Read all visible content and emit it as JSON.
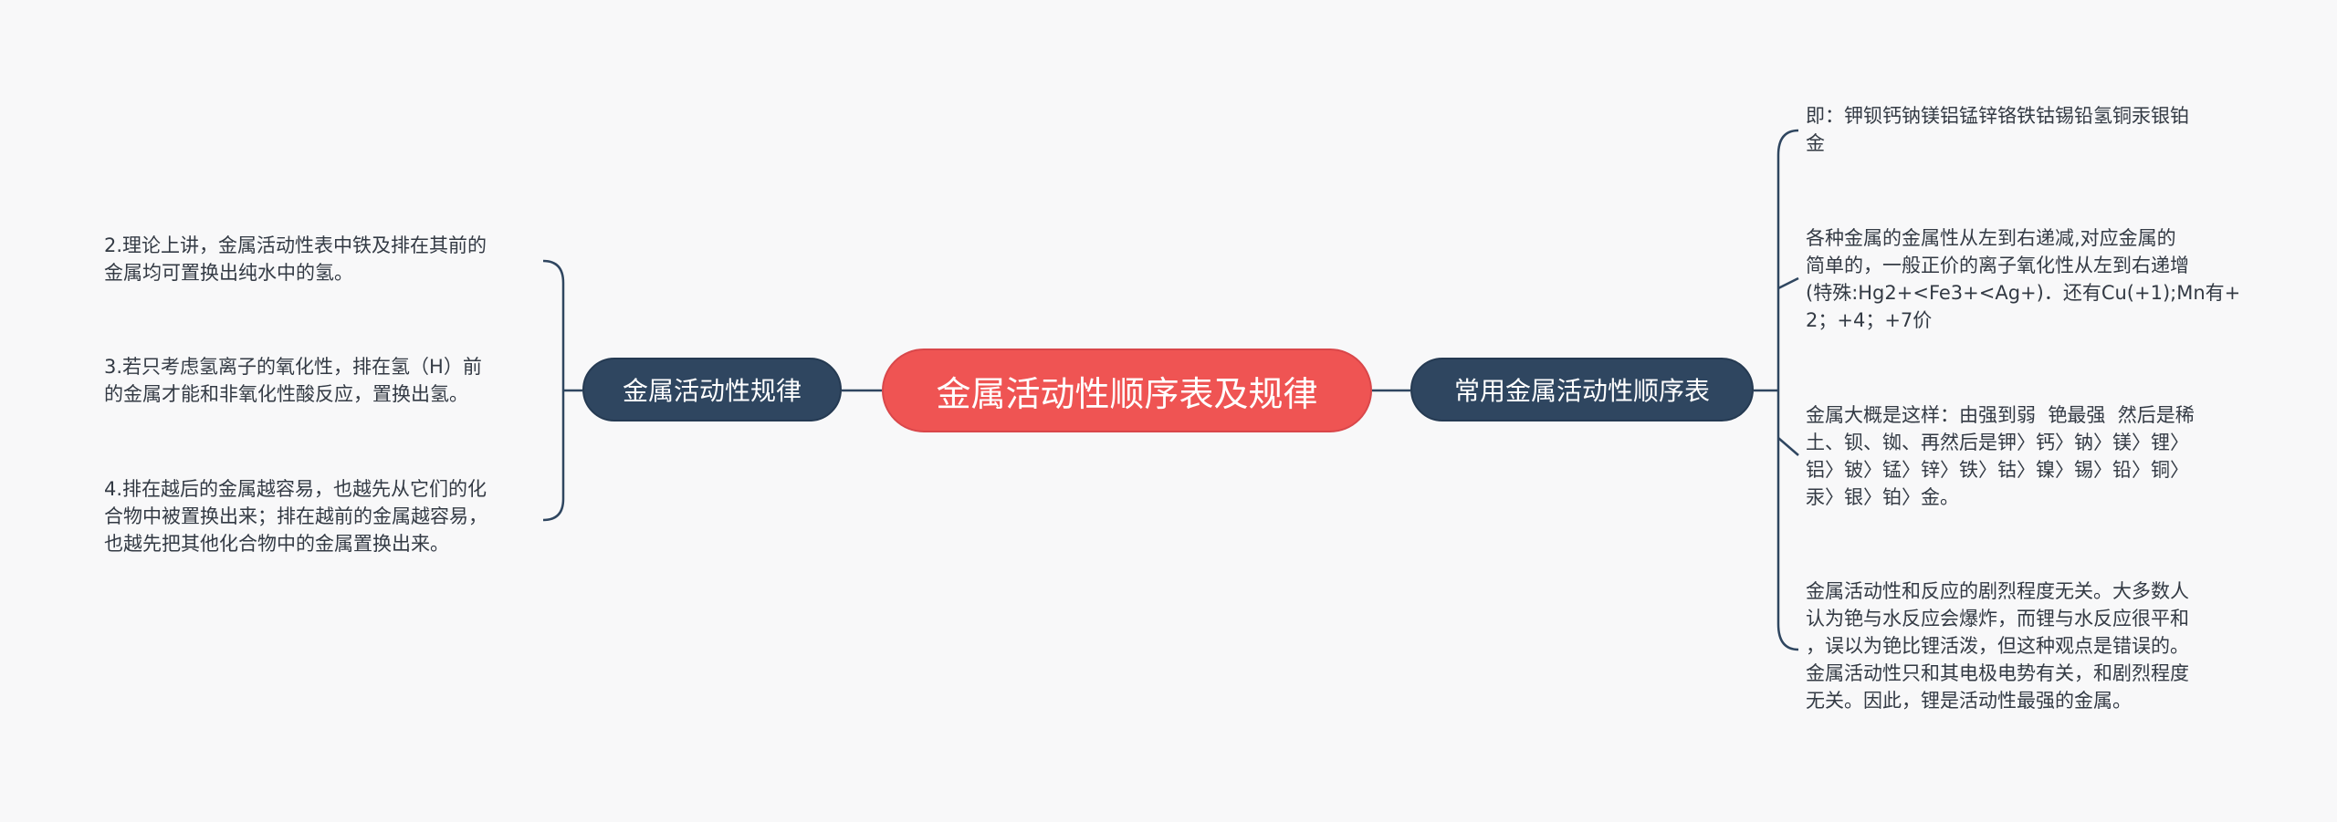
{
  "diagram": {
    "center": {
      "label": "金属活动性顺序表及规律"
    },
    "left_branch": {
      "label": "金属活动性规律",
      "leaves": [
        "2.理论上讲，金属活动性表中铁及排在其前的\n金属均可置换出纯水中的氢。",
        "3.若只考虑氢离子的氧化性，排在氢（H）前\n的金属才能和非氧化性酸反应，置换出氢。",
        "4.排在越后的金属越容易，也越先从它们的化\n合物中被置换出来；排在越前的金属越容易，\n也越先把其他化合物中的金属置换出来。"
      ]
    },
    "right_branch": {
      "label": "常用金属活动性顺序表",
      "leaves": [
        "即：钾钡钙钠镁铝锰锌铬铁钴锡铅氢铜汞银铂\n金",
        "各种金属的金属性从左到右递减,对应金属的\n简单的，一般正价的离子氧化性从左到右递增\n(特殊:Hg2+<Fe3+<Ag+)．还有Cu(+1);Mn有+\n2；+4；+7价",
        "金属大概是这样：由强到弱  铯最强  然后是稀\n土、钡、铷、再然后是钾〉钙〉钠〉镁〉锂〉\n铝〉铍〉锰〉锌〉铁〉钴〉镍〉锡〉铅〉铜〉\n汞〉银〉铂〉金。",
        "金属活动性和反应的剧烈程度无关。大多数人\n认为铯与水反应会爆炸，而锂与水反应很平和\n，误以为铯比锂活泼，但这种观点是错误的。\n金属活动性只和其电极电势有关，和剧烈程度\n无关。因此，锂是活动性最强的金属。"
      ]
    }
  },
  "colors": {
    "background": "#f8f8f9",
    "center_fill": "#ef5453",
    "branch_fill": "#2f4660",
    "connector": "#2f4660",
    "leaf_text": "#333a44"
  }
}
